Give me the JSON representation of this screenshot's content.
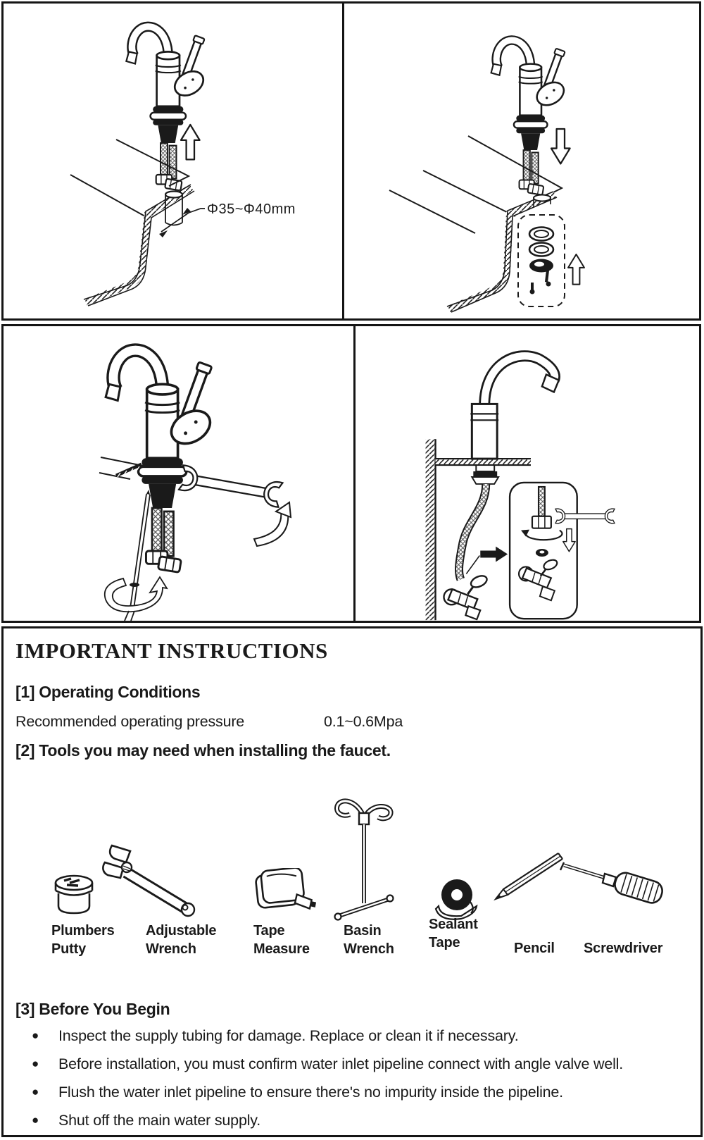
{
  "page": {
    "background": "#ffffff",
    "ink": "#1a1a1a",
    "description": "Faucet installation instruction sheet"
  },
  "diagrams": {
    "step1": {
      "dimension_label": "Φ35~Φ40mm"
    },
    "step2": {},
    "step3": {},
    "step4": {}
  },
  "instructions": {
    "title": "IMPORTANT INSTRUCTIONS",
    "section1": {
      "heading": "[1] Operating Conditions",
      "pressure_label": "Recommended operating pressure",
      "pressure_value": "0.1~0.6Mpa"
    },
    "section2": {
      "heading": "[2] Tools you may need when installing the faucet."
    },
    "tools": [
      {
        "icon": "plumbers-putty-icon",
        "label": "Plumbers\nPutty"
      },
      {
        "icon": "adjustable-wrench-icon",
        "label": "Adjustable\nWrench"
      },
      {
        "icon": "tape-measure-icon",
        "label": "Tape\nMeasure"
      },
      {
        "icon": "basin-wrench-icon",
        "label": "Basin\nWrench"
      },
      {
        "icon": "sealant-tape-icon",
        "label": "Sealant\nTape"
      },
      {
        "icon": "pencil-icon",
        "label": "Pencil"
      },
      {
        "icon": "screwdriver-icon",
        "label": "Screwdriver"
      }
    ],
    "section3": {
      "heading": "[3] Before You Begin",
      "bullet_glyph": "●",
      "bullets": [
        "Inspect the supply tubing for damage. Replace or clean it if necessary.",
        "Before installation, you must confirm water inlet pipeline connect with angle valve well.",
        "Flush the water inlet pipeline to ensure there's no impurity inside the pipeline.",
        "Shut off the main water supply."
      ]
    }
  }
}
